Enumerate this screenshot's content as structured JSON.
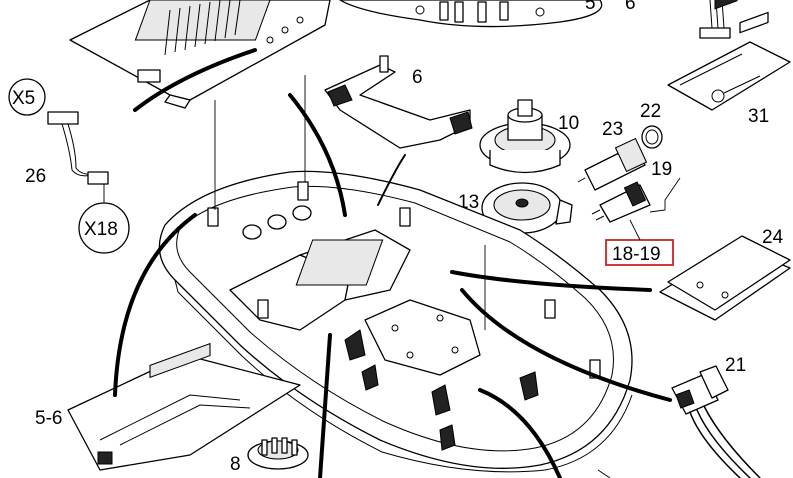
{
  "labels": {
    "p5": "5",
    "p6a": "6",
    "p6b": "6",
    "p10": "10",
    "p13": "13",
    "p19": "19",
    "p21": "21",
    "p22": "22",
    "p23": "23",
    "p24": "24",
    "p26": "26",
    "p31": "31",
    "p56": "5-6",
    "p8": "8",
    "p1819": "18-19",
    "x5": "X5",
    "x18": "X18"
  },
  "colors": {
    "line": "#000000",
    "highlight_box": "#cc2222",
    "background": "#ffffff"
  }
}
